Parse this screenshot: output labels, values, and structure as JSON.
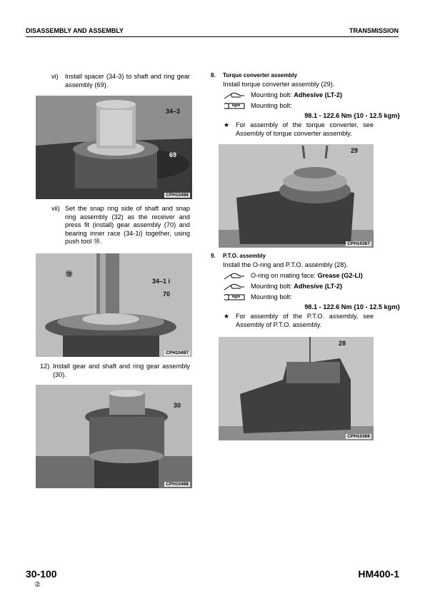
{
  "header": {
    "left": "DISASSEMBLY AND ASSEMBLY",
    "right": "TRANSMISSION"
  },
  "left_column": {
    "step_vi": {
      "num": "vi)",
      "text": "Install spacer (34-3) to shaft and ring gear assembly (69)."
    },
    "photo1": {
      "code": "CPH10496",
      "labels": [
        "34–3",
        "69"
      ]
    },
    "step_vii": {
      "num": "vii)",
      "text": "Set the snap ring side of shaft and snap ring assembly (32) as the receiver and press fit (install) gear assembly (70) and bearing inner race (34-1i) together, using push tool ⑱."
    },
    "photo2": {
      "code": "CPH10497",
      "labels": [
        "⑱",
        "34–1 i",
        "70"
      ]
    },
    "step_12": {
      "num": "12)",
      "text": "Install gear and shaft and ring gear assembly (30)."
    },
    "photo3": {
      "code": "CPH10498",
      "labels": [
        "30"
      ]
    }
  },
  "right_column": {
    "section8": {
      "num": "8.",
      "title": "Torque converter assembly",
      "intro": "Install torque converter assembly (29).",
      "row1_prefix": "Mounting bolt: ",
      "row1_value": "Adhesive (LT-2)",
      "row2": "Mounting bolt:",
      "torque": "98.1 - 122.6 Nm {10 - 12.5 kgm}",
      "star_note": "For assembly of the torque converter, see Assembly of torque converter assembly.",
      "photo": {
        "code": "CPH10367",
        "labels": [
          "29"
        ]
      }
    },
    "section9": {
      "num": "9.",
      "title": "P.T.O. assembly",
      "intro": "Install the O-ring and P.T.O. assembly (28).",
      "row1_prefix": "O-ring on mating face: ",
      "row1_value": "Grease (G2-LI)",
      "row2_prefix": "Mounting bolt: ",
      "row2_value": "Adhesive (LT-2)",
      "row3": "Mounting bolt:",
      "torque": "98.1 - 122.6 Nm {10 - 12.5 kgm}",
      "star_note": "For assembly of the P.T.O. assembly, see Assembly of P.T.O. assembly.",
      "photo": {
        "code": "CPH10366",
        "labels": [
          "28"
        ]
      }
    },
    "star": "★",
    "kgm_label": "kgm"
  },
  "footer": {
    "page": "30-100",
    "revision": "②",
    "model": "HM400-1"
  }
}
